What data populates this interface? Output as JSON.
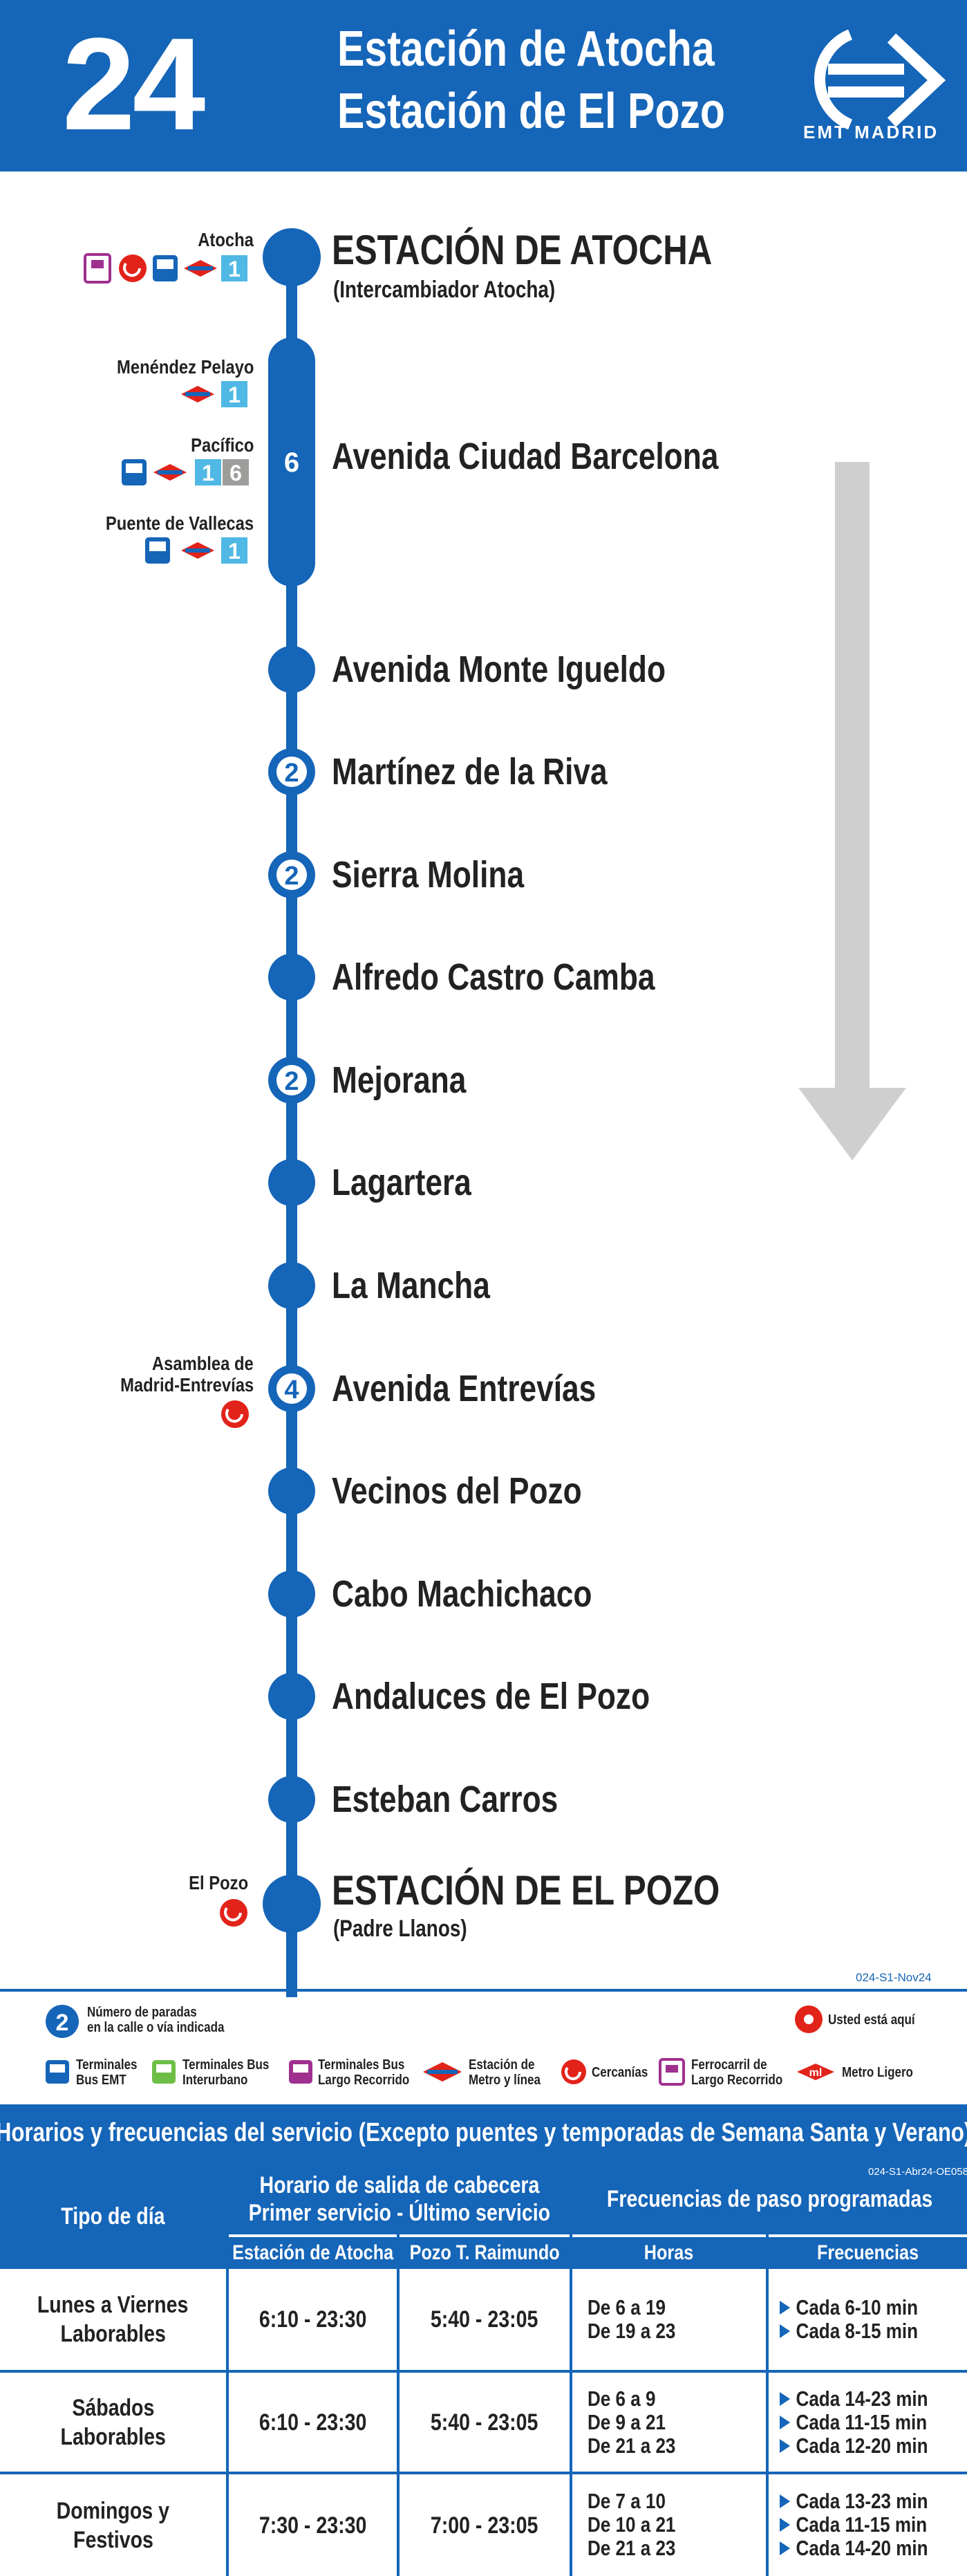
{
  "header": {
    "line_number": "24",
    "title_line1": "Estación de Atocha",
    "title_line2": "Estación de El Pozo",
    "brand": "EMT MADRID"
  },
  "stops": [
    {
      "name": "ESTACIÓN DE ATOCHA",
      "sub": "(Intercambiador Atocha)",
      "stops_count": null
    },
    {
      "name": "Avenida Ciudad Barcelona",
      "stops_count": "6"
    },
    {
      "name": "Avenida Monte Igueldo",
      "stops_count": null
    },
    {
      "name": "Martínez de la Riva",
      "stops_count": "2"
    },
    {
      "name": "Sierra Molina",
      "stops_count": "2"
    },
    {
      "name": "Alfredo Castro Camba",
      "stops_count": null
    },
    {
      "name": "Mejorana",
      "stops_count": "2"
    },
    {
      "name": "Lagartera",
      "stops_count": null
    },
    {
      "name": "La Mancha",
      "stops_count": null
    },
    {
      "name": "Avenida Entrevías",
      "stops_count": "4"
    },
    {
      "name": "Vecinos del Pozo",
      "stops_count": null
    },
    {
      "name": "Cabo Machichaco",
      "stops_count": null
    },
    {
      "name": "Andaluces de El Pozo",
      "stops_count": null
    },
    {
      "name": "Esteban Carros",
      "stops_count": null
    },
    {
      "name": "ESTACIÓN DE EL POZO",
      "sub": "(Padre Llanos)",
      "stops_count": null
    }
  ],
  "connections": {
    "atocha": {
      "label": "Atocha",
      "metro_line": "1"
    },
    "menendez": {
      "label": "Menéndez Pelayo",
      "metro_line": "1"
    },
    "pacifico": {
      "label": "Pacífico",
      "metro_line_a": "1",
      "metro_line_b": "6"
    },
    "vallecas": {
      "label": "Puente de Vallecas",
      "metro_line": "1"
    },
    "entrevias": {
      "label_line1": "Asamblea de",
      "label_line2": "Madrid-Entrevías"
    },
    "elpozo": {
      "label": "El Pozo"
    }
  },
  "codes": {
    "map_code": "024-S1-Nov24",
    "table_code": "024-S1-Abr24-OE058"
  },
  "legend": {
    "stops_count_number": "2",
    "stops_count_line1": "Número de paradas",
    "stops_count_line2": "en la calle o vía indicada",
    "you_are_here": "Usted está aquí",
    "bus_emt_line1": "Terminales",
    "bus_emt_line2": "Bus EMT",
    "interurbano_line1": "Terminales Bus",
    "interurbano_line2": "Interurbano",
    "largo_bus_line1": "Terminales Bus",
    "largo_bus_line2": "Largo Recorrido",
    "metro_line1": "Estación de",
    "metro_line2": "Metro y línea",
    "cercanias": "Cercanías",
    "ferrocarril_line1": "Ferrocarril de",
    "ferrocarril_line2": "Largo Recorrido",
    "metro_ligero": "Metro Ligero"
  },
  "schedule": {
    "title": "Horarios y frecuencias del servicio (Excepto puentes y temporadas de Semana Santa y Verano)",
    "col_tipo": "Tipo de día",
    "col_horario_line1": "Horario de salida de cabecera",
    "col_horario_line2": "Primer servicio - Último servicio",
    "col_frecuencias": "Frecuencias de paso programadas",
    "sub_atocha": "Estación de Atocha",
    "sub_pozo": "Pozo T. Raimundo",
    "sub_horas": "Horas",
    "sub_frecuencias": "Frecuencias",
    "rows": [
      {
        "day_line1": "Lunes a Viernes",
        "day_line2": "Laborables",
        "atocha": "6:10 - 23:30",
        "pozo": "5:40 - 23:05",
        "horas": [
          "De 6 a 19",
          "De 19 a 23"
        ],
        "freqs": [
          "Cada 6-10 min",
          "Cada 8-15 min"
        ]
      },
      {
        "day_line1": "Sábados",
        "day_line2": "Laborables",
        "atocha": "6:10 - 23:30",
        "pozo": "5:40 - 23:05",
        "horas": [
          "De 6 a 9",
          "De 9 a 21",
          "De 21 a 23"
        ],
        "freqs": [
          "Cada 14-23 min",
          "Cada 11-15 min",
          "Cada 12-20 min"
        ]
      },
      {
        "day_line1": "Domingos y",
        "day_line2": "Festivos",
        "atocha": "7:30 - 23:30",
        "pozo": "7:00 - 23:05",
        "horas": [
          "De 7 a 10",
          "De 10 a 21",
          "De 21 a 23"
        ],
        "freqs": [
          "Cada 13-23 min",
          "Cada 11-15 min",
          "Cada 14-20 min"
        ]
      }
    ]
  },
  "colors": {
    "primary": "#1565b8",
    "metro": "#e2231a",
    "metro_line1": "#4fb8e4",
    "metro_line6": "#9d9d9b",
    "arrow": "#cfcfcf"
  }
}
